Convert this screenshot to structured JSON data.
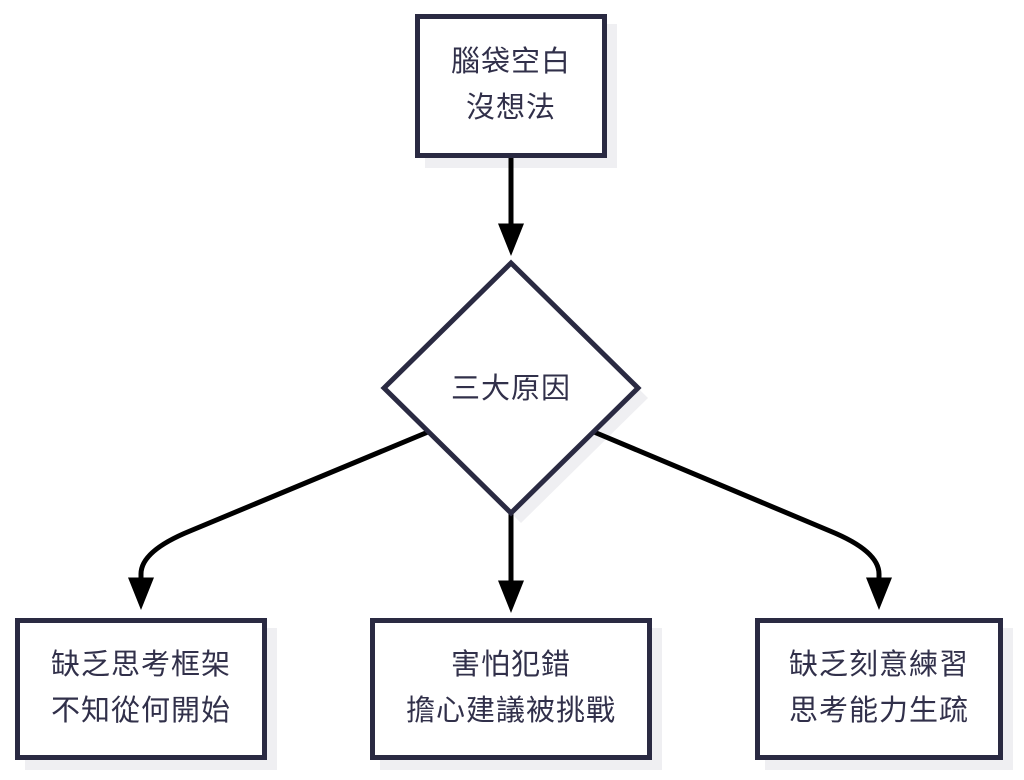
{
  "diagram": {
    "type": "flowchart",
    "colors": {
      "node_border": "#2a2a42",
      "text_color": "#31304a",
      "arrow_color": "#000000",
      "shadow_color": "#efeff2",
      "node_fill": "#ffffff",
      "background": "#ffffff"
    },
    "nodes": {
      "root": {
        "shape": "rectangle",
        "line1": "腦袋空白",
        "line2": "沒想法"
      },
      "decision": {
        "shape": "diamond",
        "label": "三大原因"
      },
      "cause_left": {
        "shape": "rectangle",
        "line1": "缺乏思考框架",
        "line2": "不知從何開始"
      },
      "cause_middle": {
        "shape": "rectangle",
        "line1": "害怕犯錯",
        "line2": "擔心建議被挑戰"
      },
      "cause_right": {
        "shape": "rectangle",
        "line1": "缺乏刻意練習",
        "line2": "思考能力生疏"
      }
    },
    "edges": [
      {
        "from": "root",
        "to": "decision",
        "style": "straight-down-arrow"
      },
      {
        "from": "decision",
        "to": "cause_left",
        "style": "curved-arrow"
      },
      {
        "from": "decision",
        "to": "cause_middle",
        "style": "straight-down-arrow"
      },
      {
        "from": "decision",
        "to": "cause_right",
        "style": "curved-arrow"
      }
    ]
  }
}
